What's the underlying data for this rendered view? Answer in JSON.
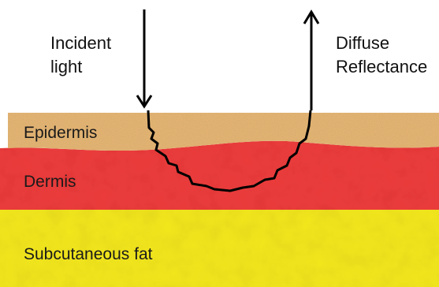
{
  "labels": {
    "incident_line1": "Incident",
    "incident_line2": "light",
    "diffuse_line1": "Diffuse",
    "diffuse_line2": "Reflectance"
  },
  "layers": [
    {
      "name": "Epidermis",
      "color": "#e8b876"
    },
    {
      "name": "Dermis",
      "color": "#ec3b3b"
    },
    {
      "name": "Subcutaneous fat",
      "color": "#f2e61c"
    }
  ],
  "colors": {
    "background": "#ffffff",
    "arrow": "#000000",
    "path": "#000000"
  }
}
